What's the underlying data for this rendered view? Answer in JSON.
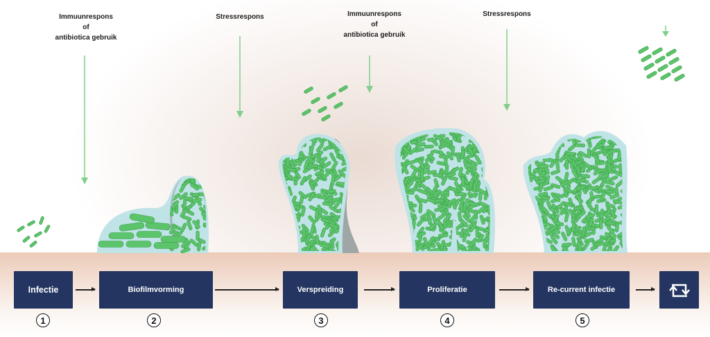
{
  "annotations": [
    {
      "lines": [
        "Immuunrespons",
        "of",
        "antibiotica gebruik"
      ]
    },
    {
      "lines": [
        "Stressrespons"
      ]
    },
    {
      "lines": [
        "Immuunrespons",
        "of",
        "antibiotica gebruik"
      ]
    },
    {
      "lines": [
        "Stressrespons"
      ]
    }
  ],
  "stages": [
    {
      "label": "Infectie",
      "number": "1"
    },
    {
      "label": "Biofilmvorming",
      "number": "2"
    },
    {
      "label": "Verspreiding",
      "number": "3"
    },
    {
      "label": "Proliferatie",
      "number": "4"
    },
    {
      "label": "Re-current infectie",
      "number": "5"
    }
  ],
  "cycle_icon": "repeat-icon",
  "colors": {
    "box": "#233560",
    "bacteria": "#5cc46a",
    "matrix": "#bfe3e6",
    "arrow": "#7fcf8a"
  }
}
